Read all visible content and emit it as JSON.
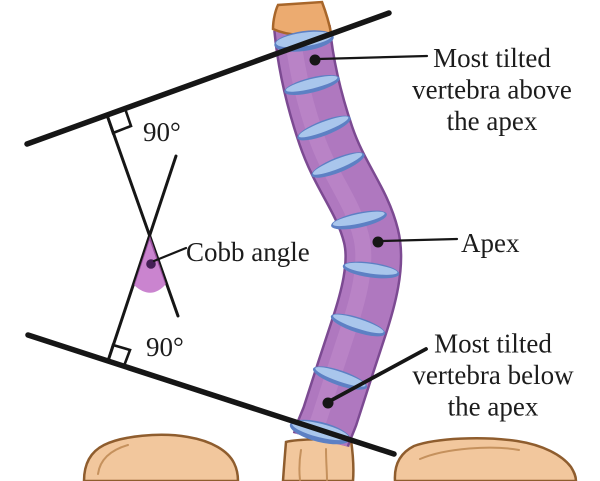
{
  "figure": {
    "title": "Cobb angle measurement diagram",
    "labels": {
      "top_line1": "Most tilted",
      "top_line2": "vertebra above",
      "top_line3": "the apex",
      "apex": "Apex",
      "bottom_line1": "Most tilted",
      "bottom_line2": "vertebra below",
      "bottom_line3": "the apex",
      "cobb": "Cobb angle",
      "angle_top": "90°",
      "angle_bottom": "90°"
    },
    "colors": {
      "line": "#161616",
      "text": "#1c1c1c",
      "vertebra": "#af78bf",
      "vertebra_highlight": "#c793d1",
      "vertebra_outline": "#7c4a92",
      "disc": "#a9c6ec",
      "disc_edge": "#5d80c4",
      "top_vertebra": "#ecab70",
      "top_vertebra_outline": "#a8662a",
      "bone": "#f2c79d",
      "bone_outline": "#8f5d2e",
      "bone_crease": "#c5915d",
      "cobb_wedge": "#bb62c2",
      "cobb_dot": "#441f55"
    }
  }
}
